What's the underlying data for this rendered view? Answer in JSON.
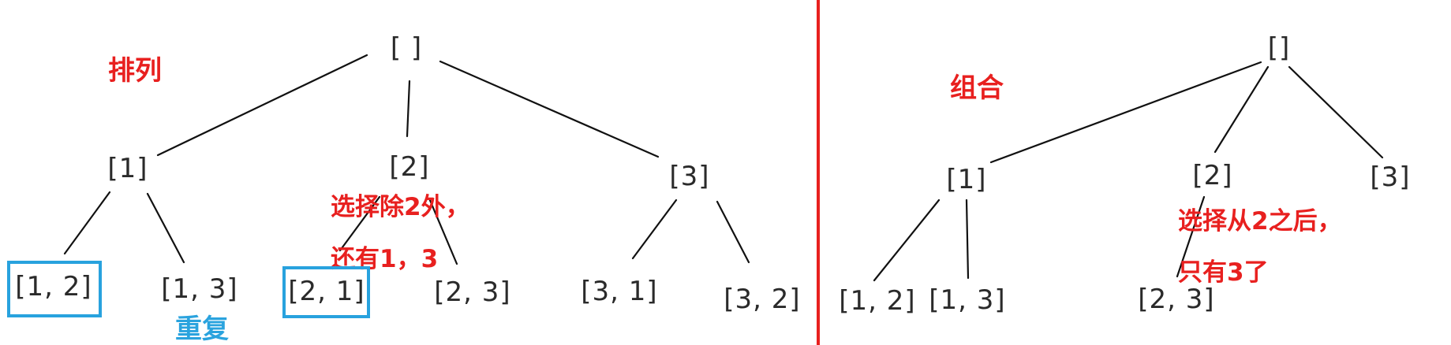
{
  "permutation": {
    "title": "排列",
    "note_line1": "选择除2外，",
    "note_line2": "还有1，3",
    "duplicate_label": "重复",
    "root": "[ ]",
    "level1": [
      "[1]",
      "[2]",
      "[3]"
    ],
    "leaves": [
      "[1, 2]",
      "[1, 3]",
      "[2, 1]",
      "[2, 3]",
      "[3, 1]",
      "[3, 2]"
    ]
  },
  "combination": {
    "title": "组合",
    "note_line1": "选择从2之后，",
    "note_line2": "只有3了",
    "root": "[]",
    "level1": [
      "[1]",
      "[2]",
      "[3]"
    ],
    "leaves": [
      "[1, 2]",
      "[1, 3]",
      "[2, 3]"
    ]
  },
  "colors": {
    "annotation_red": "#e8201f",
    "highlight_blue": "#28a2de",
    "line": "#111111"
  }
}
